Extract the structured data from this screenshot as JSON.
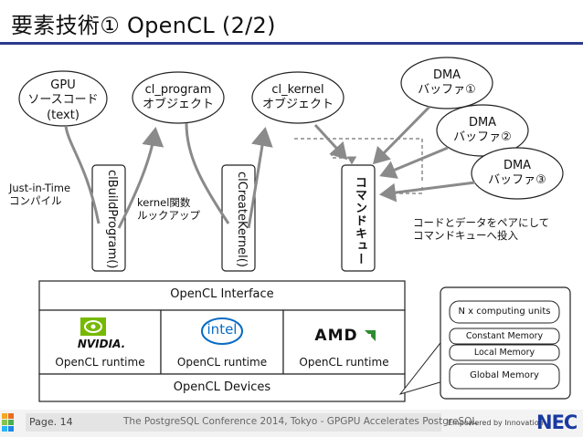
{
  "title": "要素技術① OpenCL (2/2)",
  "nodes": {
    "gpu_source": [
      "GPU",
      "ソースコード",
      "(text)"
    ],
    "cl_program": [
      "cl_program",
      "オブジェクト"
    ],
    "cl_kernel": [
      "cl_kernel",
      "オブジェクト"
    ],
    "dma1": [
      "DMA",
      "バッファ①"
    ],
    "dma2": [
      "DMA",
      "バッファ②"
    ],
    "dma3": [
      "DMA",
      "バッファ③"
    ]
  },
  "steps": {
    "build": "clBuildProgram()",
    "create_kernel": "clCreateKernel()",
    "command_queue": "コマンドキュー"
  },
  "annotations": {
    "jit": [
      "Just-in-Time",
      "コンパイル"
    ],
    "lookup": [
      "kernel関数",
      "ルックアップ"
    ],
    "enqueue": [
      "コードとデータをペアにして",
      "コマンドキューへ投入"
    ]
  },
  "platform": {
    "interface": "OpenCL Interface",
    "runtimes": [
      {
        "vendor": "NVIDIA",
        "label": "OpenCL runtime",
        "logo_text": "NVIDIA."
      },
      {
        "vendor": "Intel",
        "label": "OpenCL runtime",
        "logo_text": "intel"
      },
      {
        "vendor": "AMD",
        "label": "OpenCL runtime",
        "logo_text": "AMD"
      }
    ],
    "devices": "OpenCL Devices"
  },
  "device_detail": {
    "compute_units": "N x computing units",
    "constant_memory": "Constant Memory",
    "local_memory": "Local Memory",
    "global_memory": "Global Memory"
  },
  "footer": {
    "page": "Page. 14",
    "conference": "The PostgreSQL Conference 2014, Tokyo - GPGPU Accelerates PostgreSQL",
    "tagline": "Empowered by Innovation",
    "logo": "NEC"
  },
  "colors": {
    "title_rule": "#2a3a8c",
    "arrow": "#8a8a8a",
    "box_stroke": "#222222",
    "nvidia_green": "#76b900",
    "intel_blue": "#0a6cc2",
    "amd_green": "#2e8b30",
    "nec_blue": "#1a3aa0"
  }
}
